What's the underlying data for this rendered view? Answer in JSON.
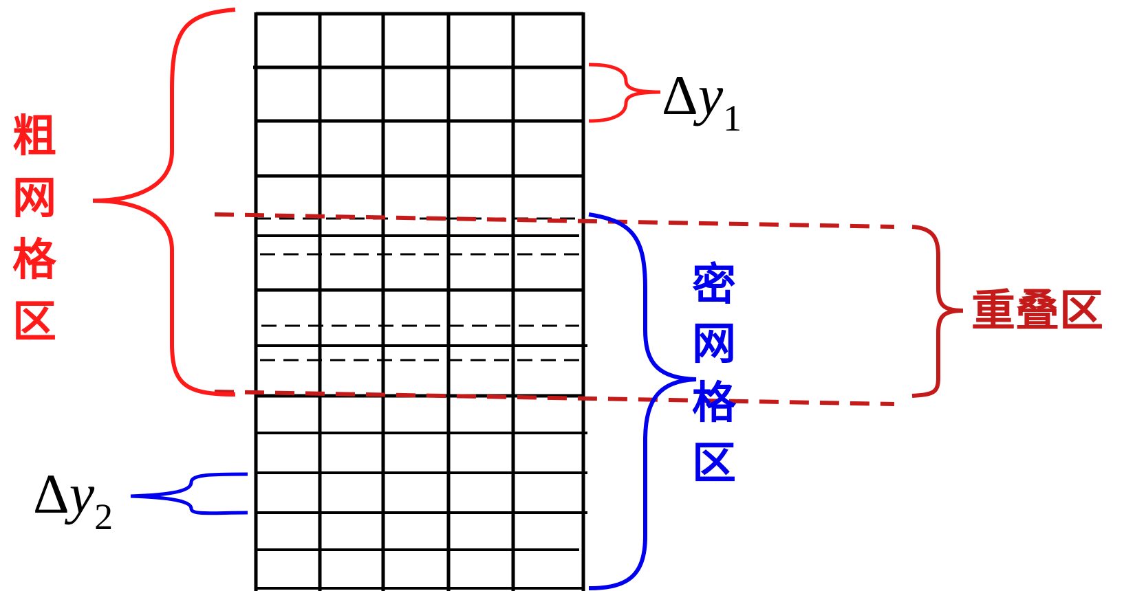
{
  "labels": {
    "coarse_region": [
      "粗",
      "网",
      "格",
      "区"
    ],
    "fine_region": [
      "密",
      "网",
      "格",
      "区"
    ],
    "overlap_region": "重叠区",
    "dy1": {
      "delta": "Δ",
      "var": "y",
      "sub": "1"
    },
    "dy2": {
      "delta": "Δ",
      "var": "y",
      "sub": "2"
    }
  },
  "colors": {
    "coarse": "#ff1a1a",
    "fine": "#0000ee",
    "overlap": "#c41a1a",
    "grid": "#000000",
    "text": "#000000"
  }
}
